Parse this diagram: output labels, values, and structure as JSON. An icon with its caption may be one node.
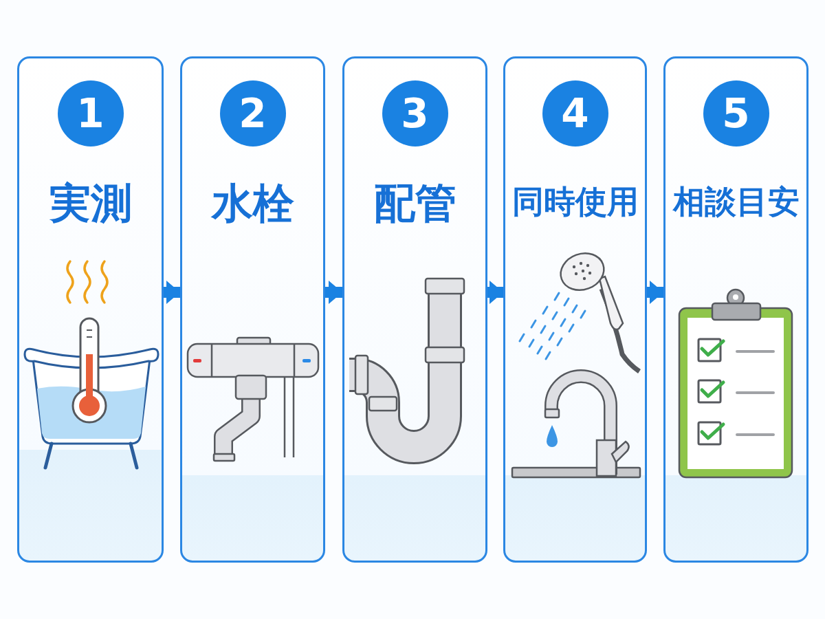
{
  "diagram": {
    "nodes": [
      {
        "text": [
          "1",
          "実測"
        ]
      },
      {
        "text": [
          "2",
          "水栓"
        ]
      },
      {
        "text": [
          "3",
          "配管"
        ]
      },
      {
        "text": [
          "4",
          "同時使用"
        ]
      },
      {
        "text": [
          "5",
          "相談目安"
        ]
      }
    ],
    "edges": [
      {
        "from": 0,
        "to": 1,
        "arrow": "to"
      },
      {
        "from": 1,
        "to": 2,
        "arrow": "to"
      },
      {
        "from": 2,
        "to": 3,
        "arrow": "to"
      },
      {
        "from": 3,
        "to": 4,
        "arrow": "to"
      }
    ]
  }
}
